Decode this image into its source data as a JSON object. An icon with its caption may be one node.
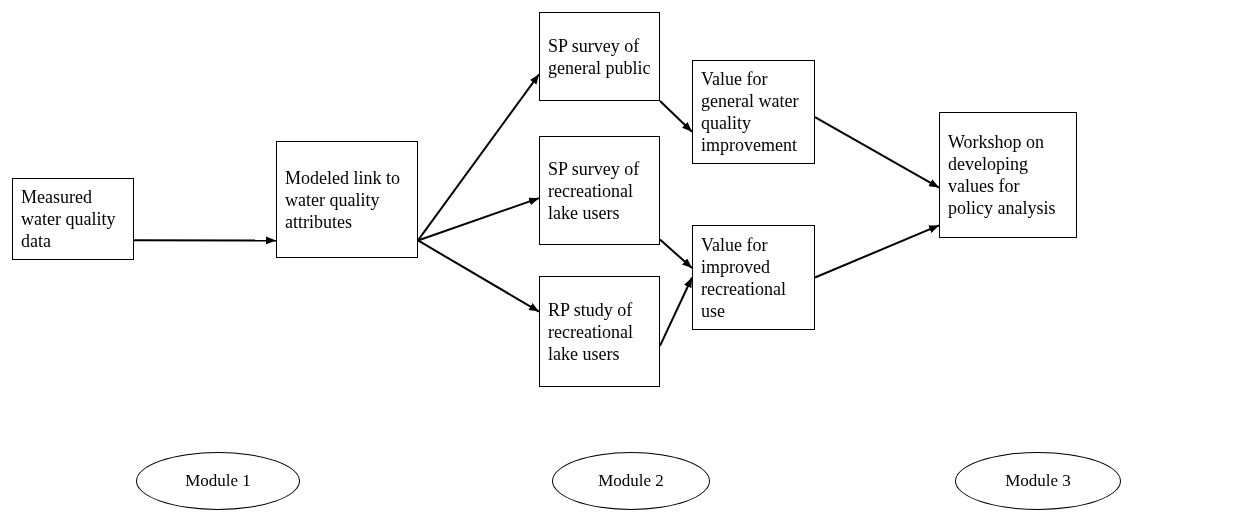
{
  "diagram": {
    "nodes": [
      {
        "text": [
          "Measured water quality data"
        ]
      },
      {
        "text": [
          "Modeled link to water quality attributes"
        ]
      },
      {
        "text": [
          "SP survey of general public"
        ]
      },
      {
        "text": [
          "SP survey of recreational lake users"
        ]
      },
      {
        "text": [
          "RP study of recreational lake users"
        ]
      },
      {
        "text": [
          "Value for general water quality improvement"
        ]
      },
      {
        "text": [
          "Value for improved recreational use"
        ]
      },
      {
        "text": [
          "Workshop on developing values for policy analysis"
        ]
      },
      {
        "text": [
          "Module 1"
        ]
      },
      {
        "text": [
          "Module 2"
        ]
      },
      {
        "text": [
          "Module 3"
        ]
      }
    ],
    "edges": [
      {
        "from": 0,
        "to": 1,
        "arrow": "to"
      },
      {
        "from": 1,
        "to": 2,
        "arrow": "to"
      },
      {
        "from": 1,
        "to": 3,
        "arrow": "to"
      },
      {
        "from": 1,
        "to": 4,
        "arrow": "to"
      },
      {
        "from": 2,
        "to": 5,
        "arrow": "to"
      },
      {
        "from": 3,
        "to": 6,
        "arrow": "to"
      },
      {
        "from": 4,
        "to": 6,
        "arrow": "to"
      },
      {
        "from": 5,
        "to": 7,
        "arrow": "to"
      },
      {
        "from": 6,
        "to": 7,
        "arrow": "to"
      }
    ]
  }
}
